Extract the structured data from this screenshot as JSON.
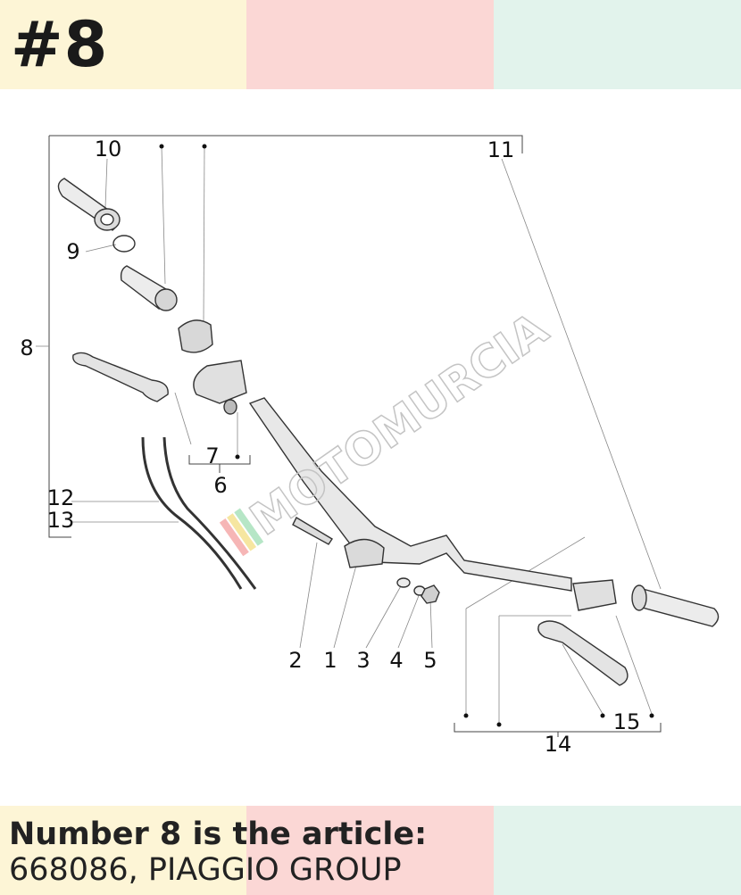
{
  "header": {
    "reference": "#8",
    "band_colors": [
      "#fdf5d6",
      "#fbd7d5",
      "#e2f3ec"
    ]
  },
  "watermark": {
    "text": "MOTOMURCIA"
  },
  "callouts": {
    "1": "1",
    "2": "2",
    "3": "3",
    "4": "4",
    "5": "5",
    "6": "6",
    "7": "7",
    "8": "8",
    "9": "9",
    "10": "10",
    "11": "11",
    "12": "12",
    "13": "13",
    "14": "14",
    "15": "15"
  },
  "caption": {
    "line1": "Number 8 is the article:",
    "line2": "668086, PIAGGIO GROUP"
  }
}
